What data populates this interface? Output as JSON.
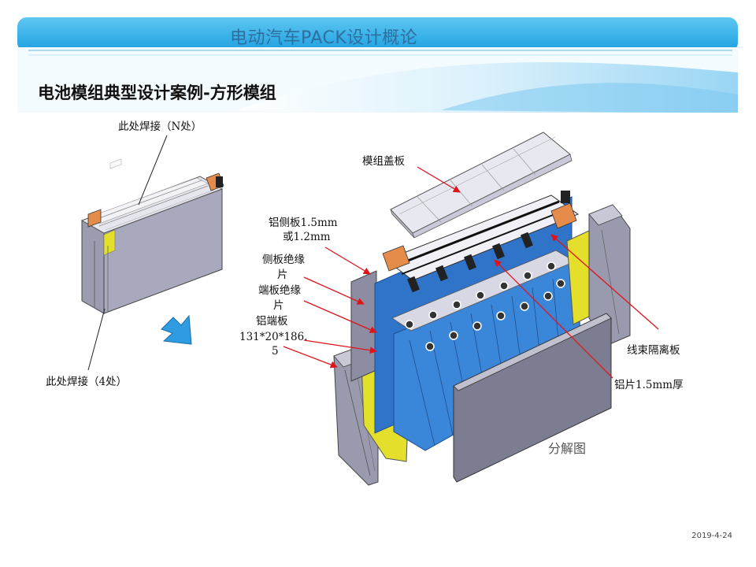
{
  "header": {
    "deck_title": "电动汽车PACK设计概论"
  },
  "slide": {
    "heading": "电池模组典型设计案例-方形模组"
  },
  "labels": {
    "weld_n": "此处焊接（N处）",
    "weld_4": "此处焊接（4处）",
    "cover": "模组盖板",
    "al_side_1": "铝侧板1.5mm",
    "al_side_2": "或1.2mm",
    "side_ins_1": "侧板绝缘",
    "side_ins_2": "片",
    "end_ins_1": "端板绝缘",
    "end_ins_2": "片",
    "al_end": "铝端板",
    "al_end_dim_1": "131*20*186.",
    "al_end_dim_2": "5",
    "harness": "线束隔离板",
    "al_sheet": "铝片1.5mm厚",
    "exploded": "分解图"
  },
  "footer": {
    "date": "2019-4-24"
  },
  "colors": {
    "banner_light": "#eaf6fc",
    "banner_blue": "#27a8e6",
    "cell_blue": "#2f74c9",
    "insulation": "#e3df2a",
    "annotation_red": "#e0131b",
    "arrow_blue": "#2f9be0"
  }
}
